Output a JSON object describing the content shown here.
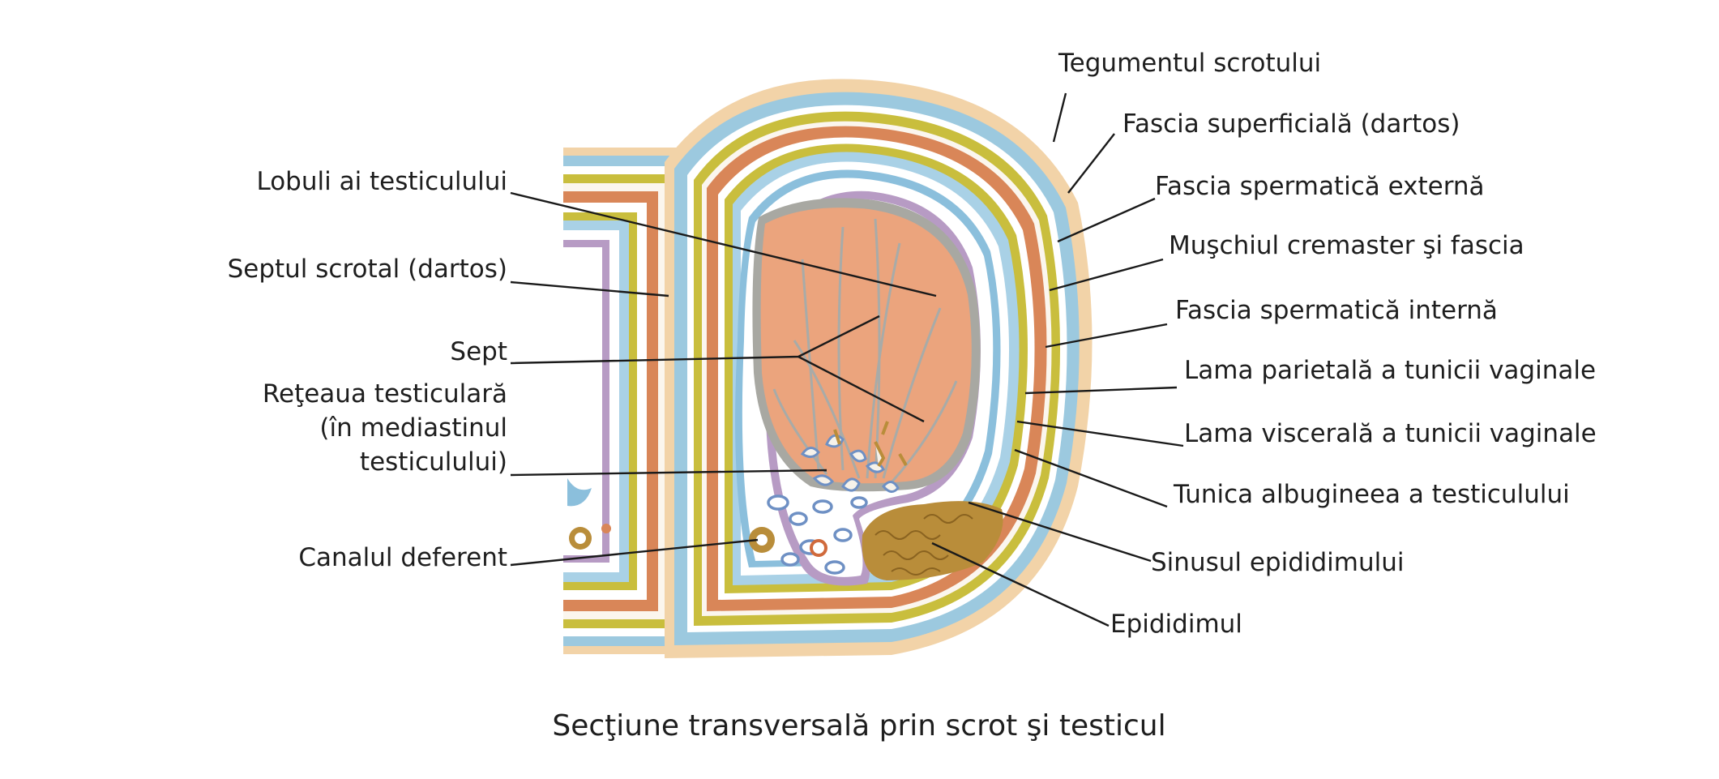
{
  "diagram": {
    "caption": "Secţiune transversală prin scrot şi testicul",
    "labels_left": {
      "lobuli": "Lobuli ai testiculului",
      "septul_scrotal": "Septul scrotal (dartos)",
      "sept": "Sept",
      "reteaua_line1": "Reţeaua testiculară",
      "reteaua_line2": "(în mediastinul",
      "reteaua_line3": "testiculului)",
      "canalul": "Canalul deferent"
    },
    "labels_right": {
      "tegumentul": "Tegumentul scrotului",
      "fascia_superficiala": "Fascia superficială (dartos)",
      "fascia_externa": "Fascia spermatică externă",
      "muschiul": "Muşchiul cremaster şi fascia",
      "fascia_interna": "Fascia spermatică internă",
      "lama_parietala": "Lama parietală a tunicii vaginale",
      "lama_viscerala": "Lama viscerală a tunicii vaginale",
      "tunica": "Tunica albugineea a testiculului",
      "sinusul": "Sinusul epididimului",
      "epididimul": "Epididimul"
    },
    "colors": {
      "skin": "#f2d3a8",
      "dartos": "#9cc9df",
      "external_fascia": "#c9be3d",
      "cremaster": "#d98658",
      "internal_fascia": "#a9d1e6",
      "vaginal_parietal": "#8bbfdc",
      "vaginal_visceral": "#b79bc4",
      "albuginea": "#a8a8a2",
      "testis": "#eba47d",
      "epididymis": "#b98d3a"
    }
  }
}
